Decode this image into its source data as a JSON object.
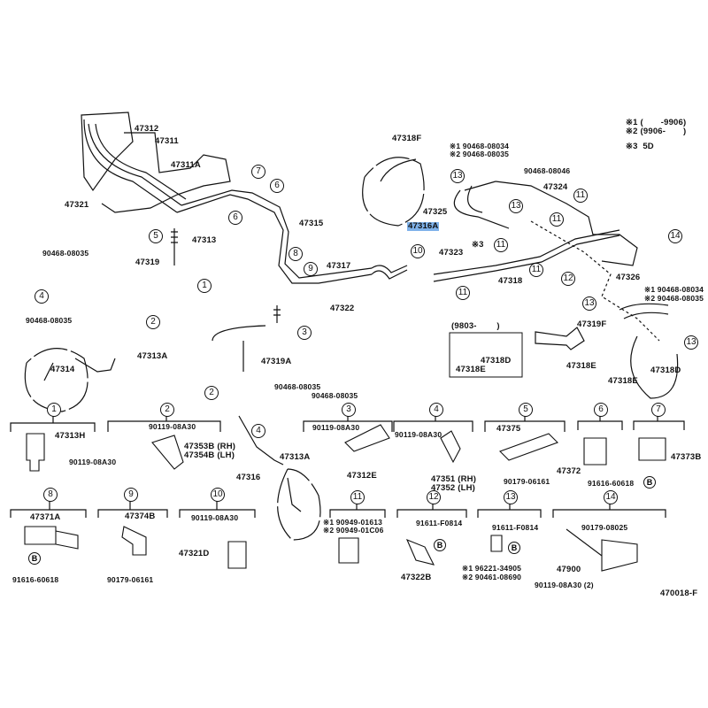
{
  "legend": {
    "n1": "※1 (       -9906)",
    "n2": "※2 (9906-       )",
    "n3": "※3  5D"
  },
  "labels": {
    "l47312": "47312",
    "l47311": "47311",
    "l47311A": "47311A",
    "l47321": "47321",
    "l47313": "47313",
    "l47315": "47315",
    "l47317": "47317",
    "l47322": "47322",
    "c90468a": "90468-08035",
    "l47319": "47319",
    "c90468b": "90468-08035",
    "l47313A": "47313A",
    "l47314": "47314",
    "l47319A": "47319A",
    "c90468c": "90468-08035",
    "c90468d": "90468-08035",
    "l47313A2": "47313A",
    "l47316": "47316",
    "l47318F": "47318F",
    "s1a": "※1 90468-08034",
    "s2a": "※2 90468-08035",
    "c90468e": "90468-08046",
    "l47324": "47324",
    "l47325": "47325",
    "l47316A": "47316A",
    "s3": "※3",
    "l47323": "47323",
    "l47318": "47318",
    "l47326": "47326",
    "s1b": "※1 90468-08034",
    "s2b": "※2 90468-08035",
    "l47319F": "47319F",
    "inset_range": "(9803-        )",
    "l47318D_i": "47318D",
    "l47318E_i": "47318E",
    "l47318E_a": "47318E",
    "l47318D": "47318D",
    "l47318E_b": "47318E",
    "b1_47313H": "47313H",
    "b1_bolt": "90119-08A30",
    "b2_bolt": "90119-08A30",
    "b2_rh": "47353B (RH)",
    "b2_lh": "47354B (LH)",
    "b3_bolt": "90119-08A30",
    "b3_47312E": "47312E",
    "b4_bolt": "90119-08A30",
    "b4_rh": "47351 (RH)",
    "b4_lh": "47352 (LH)",
    "b5_47375": "47375",
    "b5_nut": "90179-06161",
    "b6_47372": "47372",
    "b7_47373B": "47373B",
    "b67_clip": "91616-60618",
    "b8_47371A": "47371A",
    "b8_clip": "91616-60618",
    "b9_47374B": "47374B",
    "b9_nut": "90179-06161",
    "b10_bolt": "90119-08A30",
    "b10_47321D": "47321D",
    "b11_s1": "※1 90949-01613",
    "b11_s2": "※2 90949-01C06",
    "b12_clip": "91611-F0814",
    "b12_47322B": "47322B",
    "b13_clip": "91611-F0814",
    "b13_s1": "※1 96221-34905",
    "b13_s2": "※2 90461-08690",
    "b14_nut": "90179-08025",
    "b14_47900": "47900",
    "b14_bolt": "90119-08A30 (2)"
  },
  "callout_B": "B",
  "footer_code": "470018-F",
  "highlight_color": "#7fb2ea"
}
